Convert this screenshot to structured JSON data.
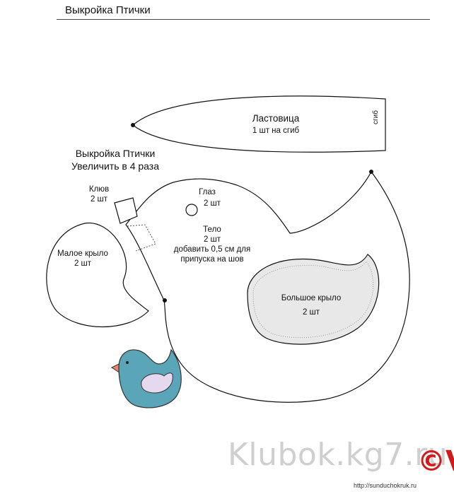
{
  "header": {
    "title": "Выкройка Птички"
  },
  "heading": {
    "line1": "Выкройка Птички",
    "line2": "Увеличить в 4 раза"
  },
  "gusset": {
    "name": "Ластовица",
    "qty": "1 шт на сгиб",
    "fold": "сгиб"
  },
  "beak": {
    "name": "Клюв",
    "qty": "2 шт"
  },
  "eye": {
    "name": "Глаз",
    "qty": "2 шт"
  },
  "body": {
    "name": "Тело",
    "qty": "2 шт",
    "note1": "добавить 0,5 см для",
    "note2": "припуска на шов"
  },
  "small_wing": {
    "name": "Малое крыло",
    "qty": "2 шт"
  },
  "big_wing": {
    "name": "Большое крыло",
    "qty": "2 шт"
  },
  "watermark": "Klubok.kg7.ru",
  "copyright": "©V",
  "url": "http://sunduchokruk.ru",
  "colors": {
    "outline": "#111111",
    "wing_fill": "#e8e8e8",
    "bird_blue": "#5aa6b8",
    "beak": "#e9856f",
    "wing_pink": "#e6d8ef"
  }
}
